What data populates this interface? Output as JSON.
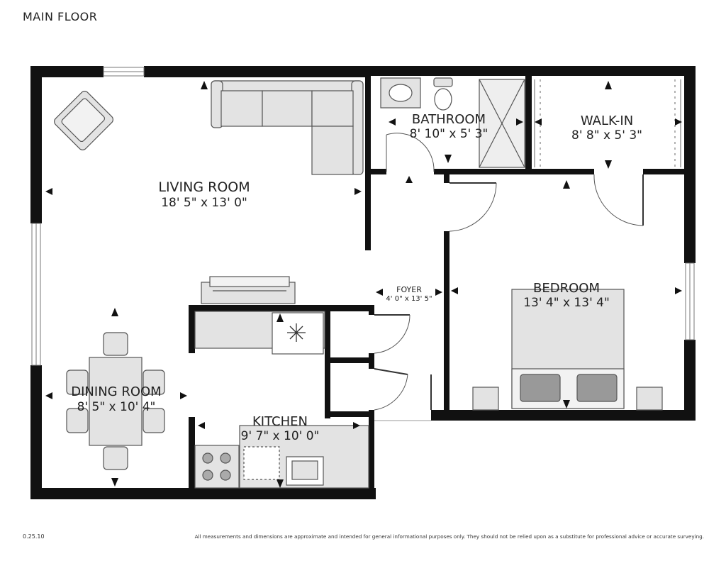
{
  "floor_title": "MAIN FLOOR",
  "rooms": [
    {
      "id": "living",
      "name": "LIVING ROOM",
      "dimensions": "18' 5\" x 13' 0\""
    },
    {
      "id": "bathroom",
      "name": "BATHROOM",
      "dimensions": "8' 10\" x 5' 3\""
    },
    {
      "id": "walkin",
      "name": "WALK-IN",
      "dimensions": "8' 8\" x 5' 3\""
    },
    {
      "id": "foyer",
      "name": "FOYER",
      "dimensions": "4' 0\" x 13' 5\""
    },
    {
      "id": "bedroom",
      "name": "BEDROOM",
      "dimensions": "13' 4\" x 13' 4\""
    },
    {
      "id": "dining",
      "name": "DINING ROOM",
      "dimensions": "8' 5\" x 10' 4\""
    },
    {
      "id": "kitchen",
      "name": "KITCHEN",
      "dimensions": "9' 7\" x 10' 0\""
    }
  ],
  "footer": {
    "version": "0.25.10",
    "disclaimer": "All measurements and dimensions are approximate and intended for general informational purposes only. They should not be relied upon as a substitute for professional advice or accurate surveying."
  },
  "colors": {
    "wall": "#111111",
    "fixture_fill": "#e3e3e3",
    "fixture_stroke": "#555555",
    "label": "#222222"
  }
}
